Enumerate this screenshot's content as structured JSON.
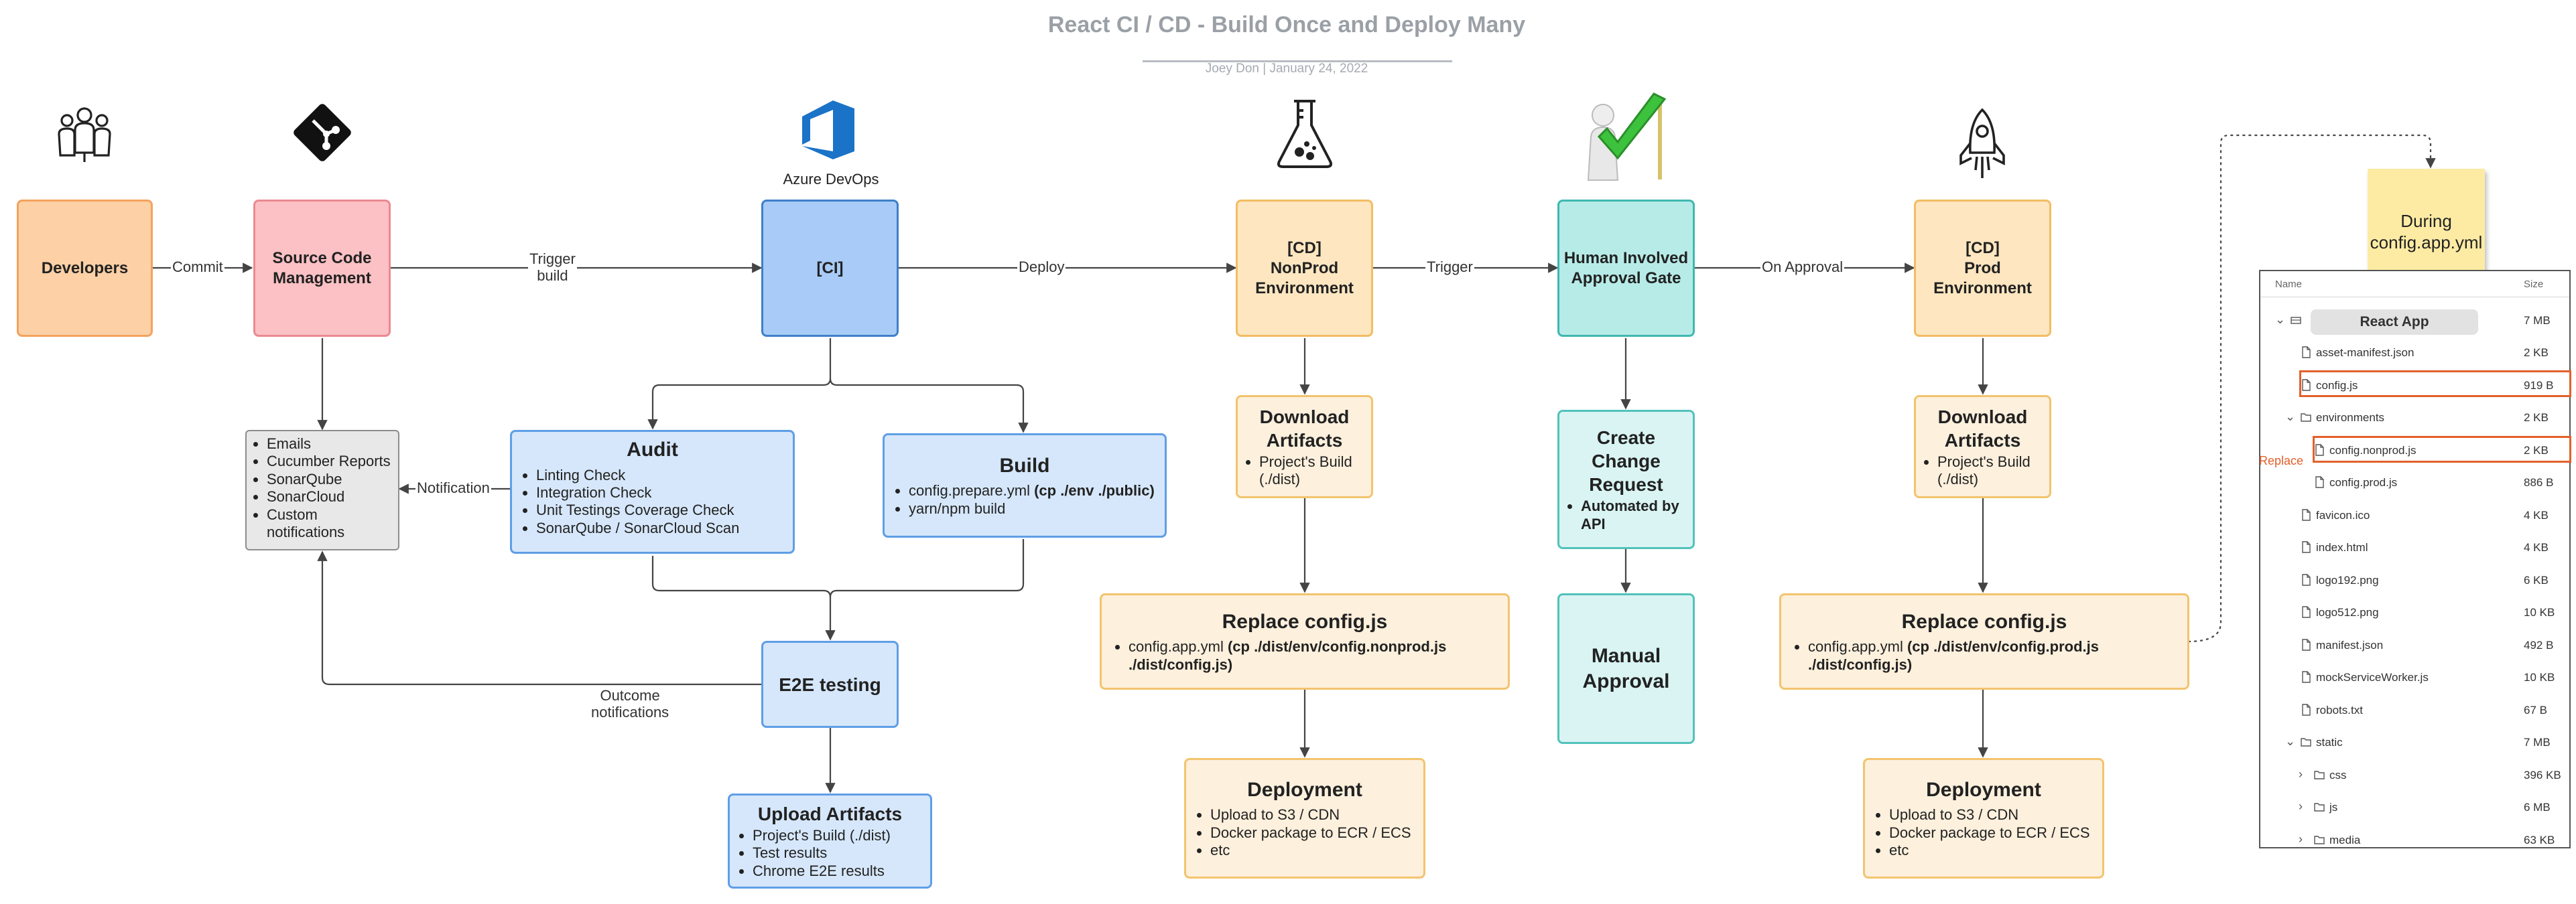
{
  "title": "React CI / CD - Build Once and Deploy Many",
  "subtitle": "Joey Don  |  January 24, 2022",
  "icons": {
    "developers": "people-group-icon",
    "git": "git-icon",
    "azure": "azure-devops-icon",
    "lab": "flask-icon",
    "approval": "checkmark-person-icon",
    "rocket": "rocket-icon"
  },
  "azure_label": "Azure DevOps",
  "nodes": {
    "developers": "Developers",
    "source": "Source Code\nManagement",
    "ci": "[CI]",
    "nonprod": "[CD]\nNonProd\nEnvironment",
    "approval_gate": "Human Involved\nApproval Gate",
    "prod": "[CD]\nProd\nEnvironment",
    "notifications": [
      "Emails",
      "Cucumber Reports",
      "SonarQube",
      "SonarCloud",
      "Custom notifications"
    ],
    "audit": {
      "title": "Audit",
      "items": [
        "Linting Check",
        "Integration Check",
        "Unit Testings Coverage Check",
        "SonarQube / SonarCloud Scan"
      ]
    },
    "build": {
      "title": "Build",
      "item1_plain": "config.prepare.yml ",
      "item1_bold": "(cp ./env ./public)",
      "item2": "yarn/npm build"
    },
    "e2e": "E2E testing",
    "upload": {
      "title": "Upload Artifacts",
      "items": [
        "Project's Build (./dist)",
        "Test results",
        "Chrome E2E results"
      ]
    },
    "download_nonprod": {
      "title": "Download\nArtifacts",
      "items": [
        "Project's Build (./dist)"
      ]
    },
    "replace_nonprod": {
      "title": "Replace config.js",
      "plain": "config.app.yml ",
      "bold": "(cp ./dist/env/config.nonprod.js ./dist/config.js)"
    },
    "deploy_nonprod": {
      "title": "Deployment",
      "items": [
        "Upload to S3 / CDN",
        "Docker package to ECR / ECS",
        "etc"
      ]
    },
    "change_request": {
      "title": "Create\nChange\nRequest",
      "items": [
        "Automated by API"
      ]
    },
    "manual_approval": "Manual\nApproval",
    "download_prod": {
      "title": "Download\nArtifacts",
      "items": [
        "Project's Build (./dist)"
      ]
    },
    "replace_prod": {
      "title": "Replace config.js",
      "plain": "config.app.yml ",
      "bold": "(cp ./dist/env/config.prod.js ./dist/config.js)"
    },
    "deploy_prod": {
      "title": "Deployment",
      "items": [
        "Upload to S3 / CDN",
        "Docker package to ECR / ECS",
        "etc"
      ]
    }
  },
  "edge_labels": {
    "commit": "Commit",
    "trigger_build": "Trigger\nbuild",
    "deploy": "Deploy",
    "trigger": "Trigger",
    "on_approval": "On Approval",
    "notification": "Notification",
    "outcome": "Outcome\nnotifications"
  },
  "sticky": "During\nconfig.app.yml",
  "file_panel": {
    "col_name": "Name",
    "col_size": "Size",
    "root_name": "React App",
    "root_size": "7 MB",
    "rows": [
      {
        "name": "asset-manifest.json",
        "size": "2 KB"
      },
      {
        "name": "config.js",
        "size": "919 B"
      },
      {
        "name": "environments",
        "size": "2 KB"
      },
      {
        "name": "config.nonprod.js",
        "size": "2 KB"
      },
      {
        "name": "config.prod.js",
        "size": "886 B"
      },
      {
        "name": "favicon.ico",
        "size": "4 KB"
      },
      {
        "name": "index.html",
        "size": "4 KB"
      },
      {
        "name": "logo192.png",
        "size": "6 KB"
      },
      {
        "name": "logo512.png",
        "size": "10 KB"
      },
      {
        "name": "manifest.json",
        "size": "492 B"
      },
      {
        "name": "mockServiceWorker.js",
        "size": "10 KB"
      },
      {
        "name": "robots.txt",
        "size": "67 B"
      },
      {
        "name": "static",
        "size": "7 MB"
      },
      {
        "name": "css",
        "size": "396 KB"
      },
      {
        "name": "js",
        "size": "6 MB"
      },
      {
        "name": "media",
        "size": "63 KB"
      }
    ]
  },
  "replace_label": "Replace",
  "colors": {
    "highlight": "#e3602b",
    "line": "#444444"
  }
}
